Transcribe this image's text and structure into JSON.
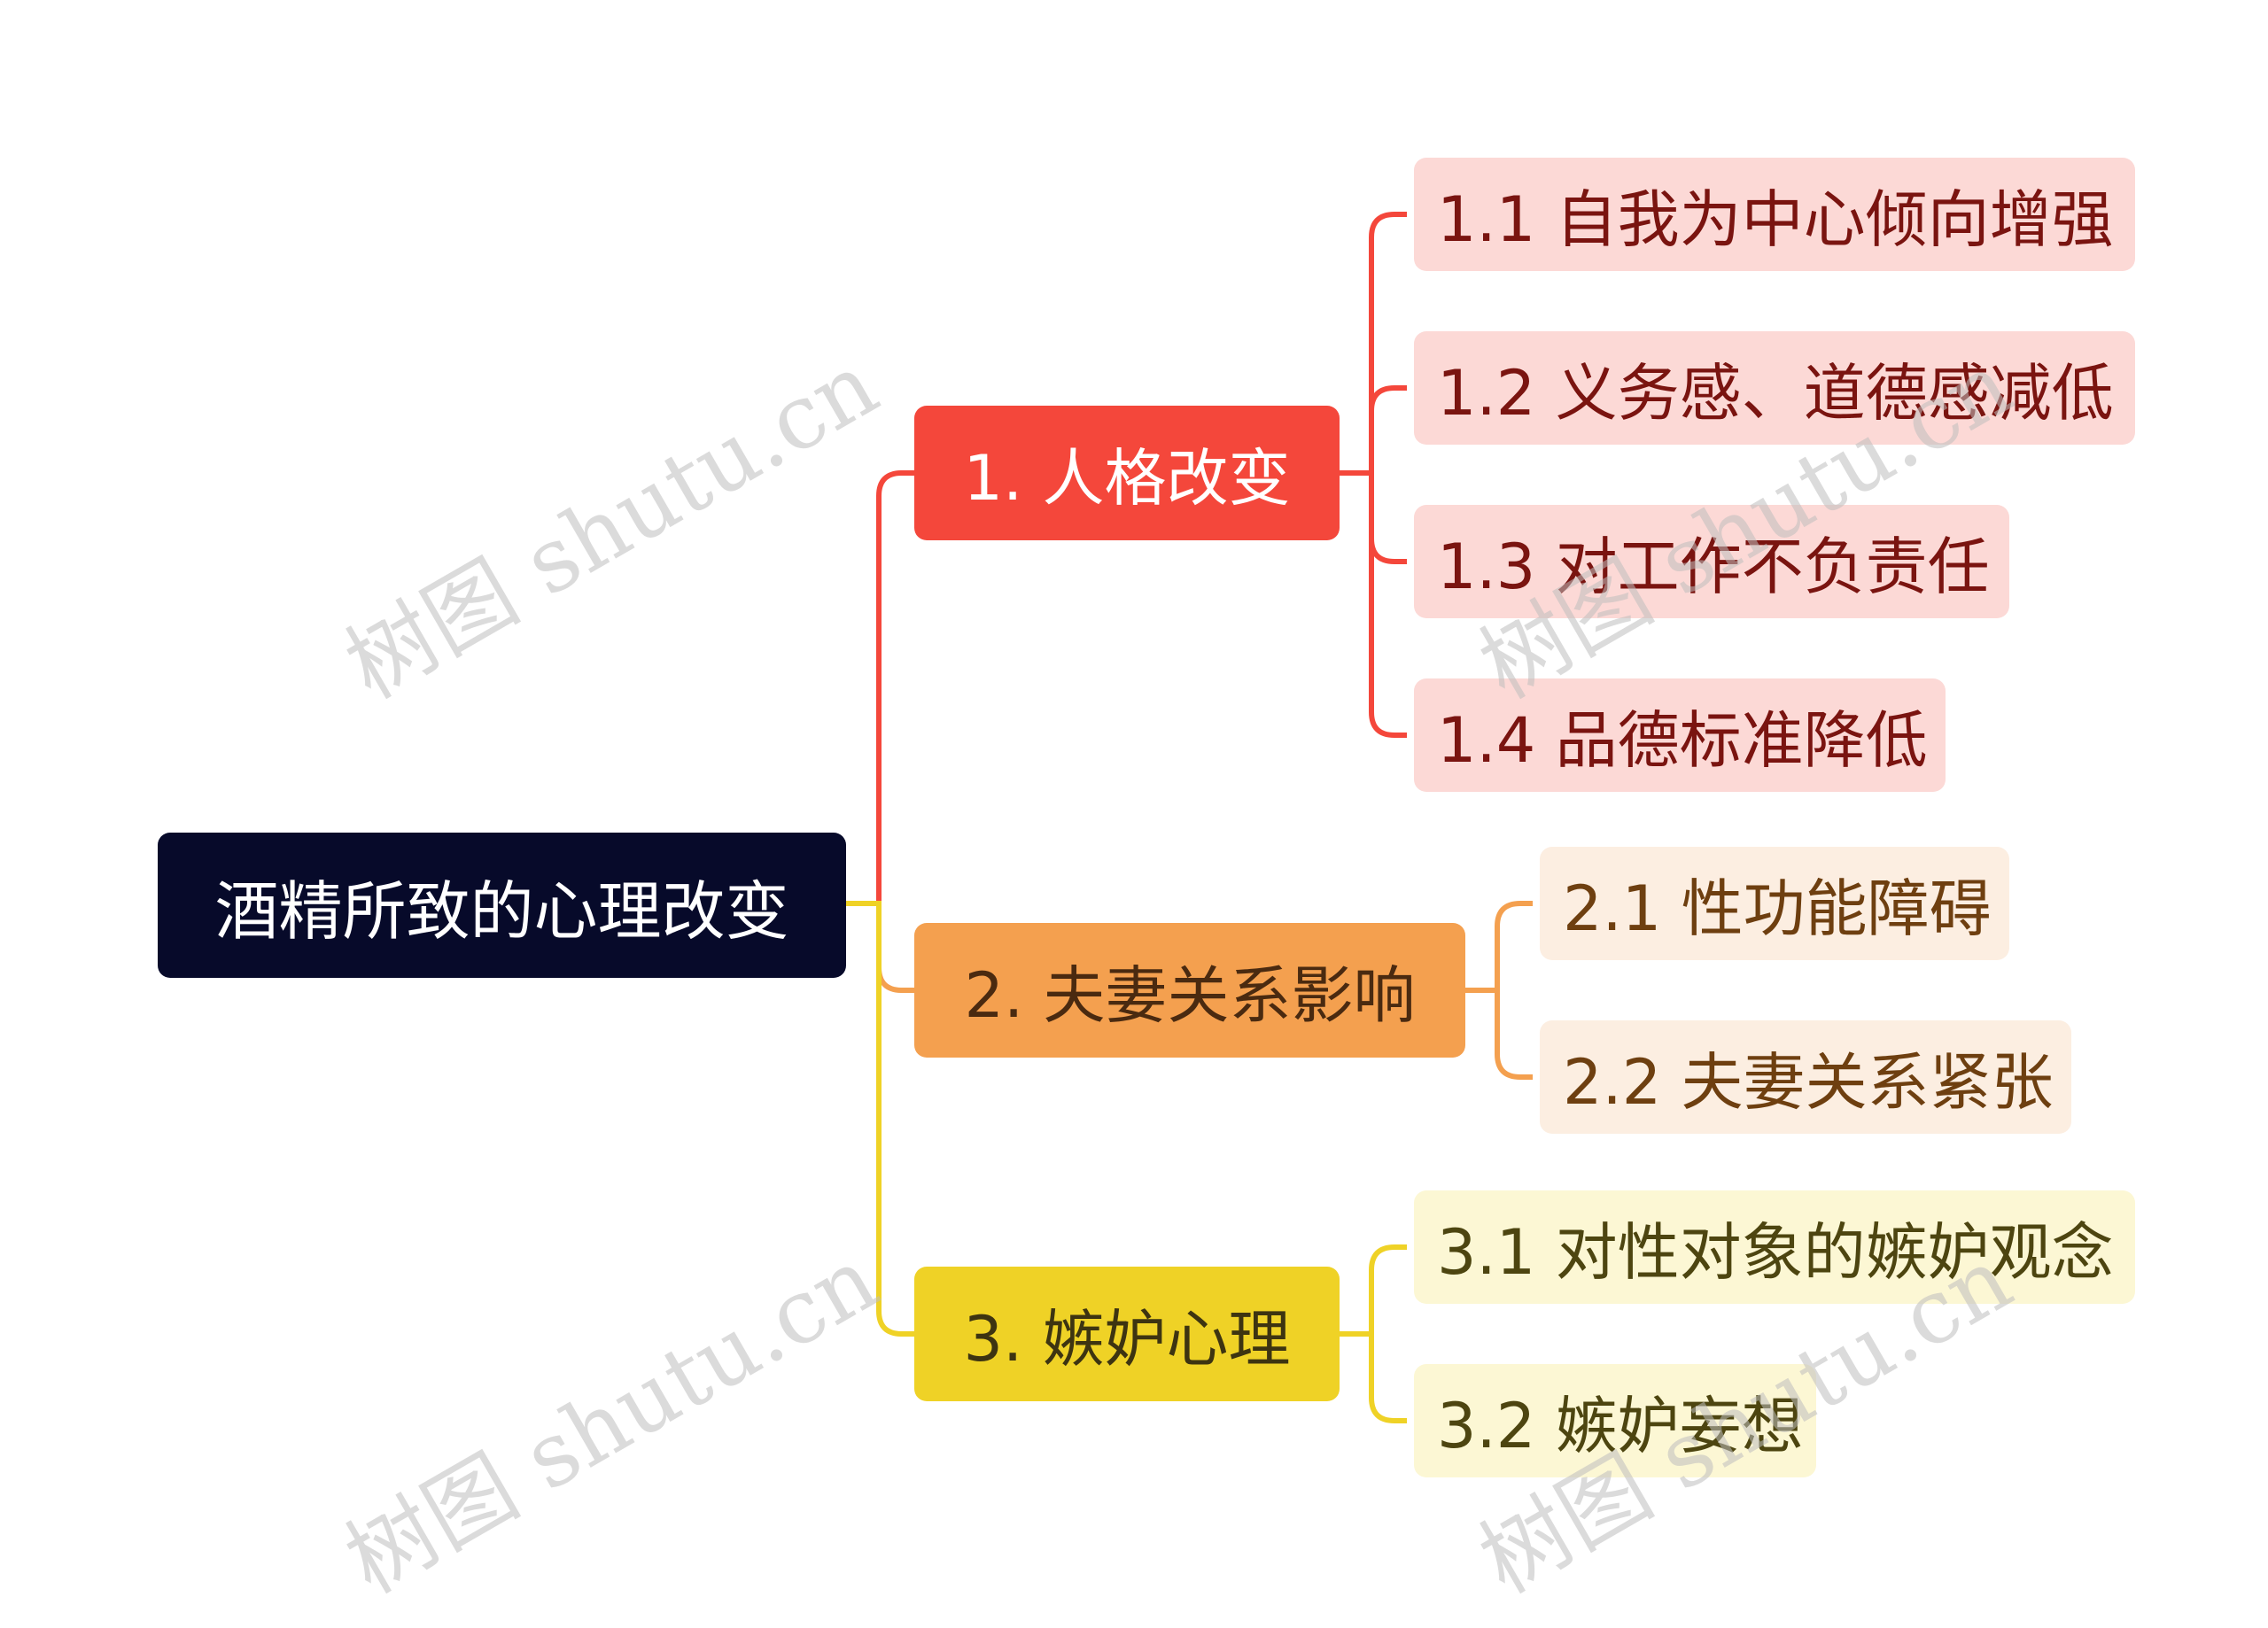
{
  "root": {
    "label": "酒精所致的心理改变"
  },
  "branches": [
    {
      "label": "1. 人格改变",
      "color": "#f4473b",
      "children": [
        "1.1 自我为中心倾向增强",
        "1.2 义务感、道德感减低",
        "1.3 对工作不负责任",
        "1.4 品德标准降低"
      ]
    },
    {
      "label": "2. 夫妻关系影响",
      "color": "#f4a04f",
      "children": [
        "2.1 性功能障碍",
        "2.2 夫妻关系紧张"
      ]
    },
    {
      "label": "3. 嫉妒心理",
      "color": "#efd226",
      "children": [
        "3.1 对性对象的嫉妒观念",
        "3.2 嫉妒妄想"
      ]
    }
  ],
  "colors": {
    "root_bg": "#070a2a",
    "branch1": "#f4473b",
    "branch2": "#f4a04f",
    "branch3": "#efd226"
  },
  "watermark": "树图 shutu.cn"
}
